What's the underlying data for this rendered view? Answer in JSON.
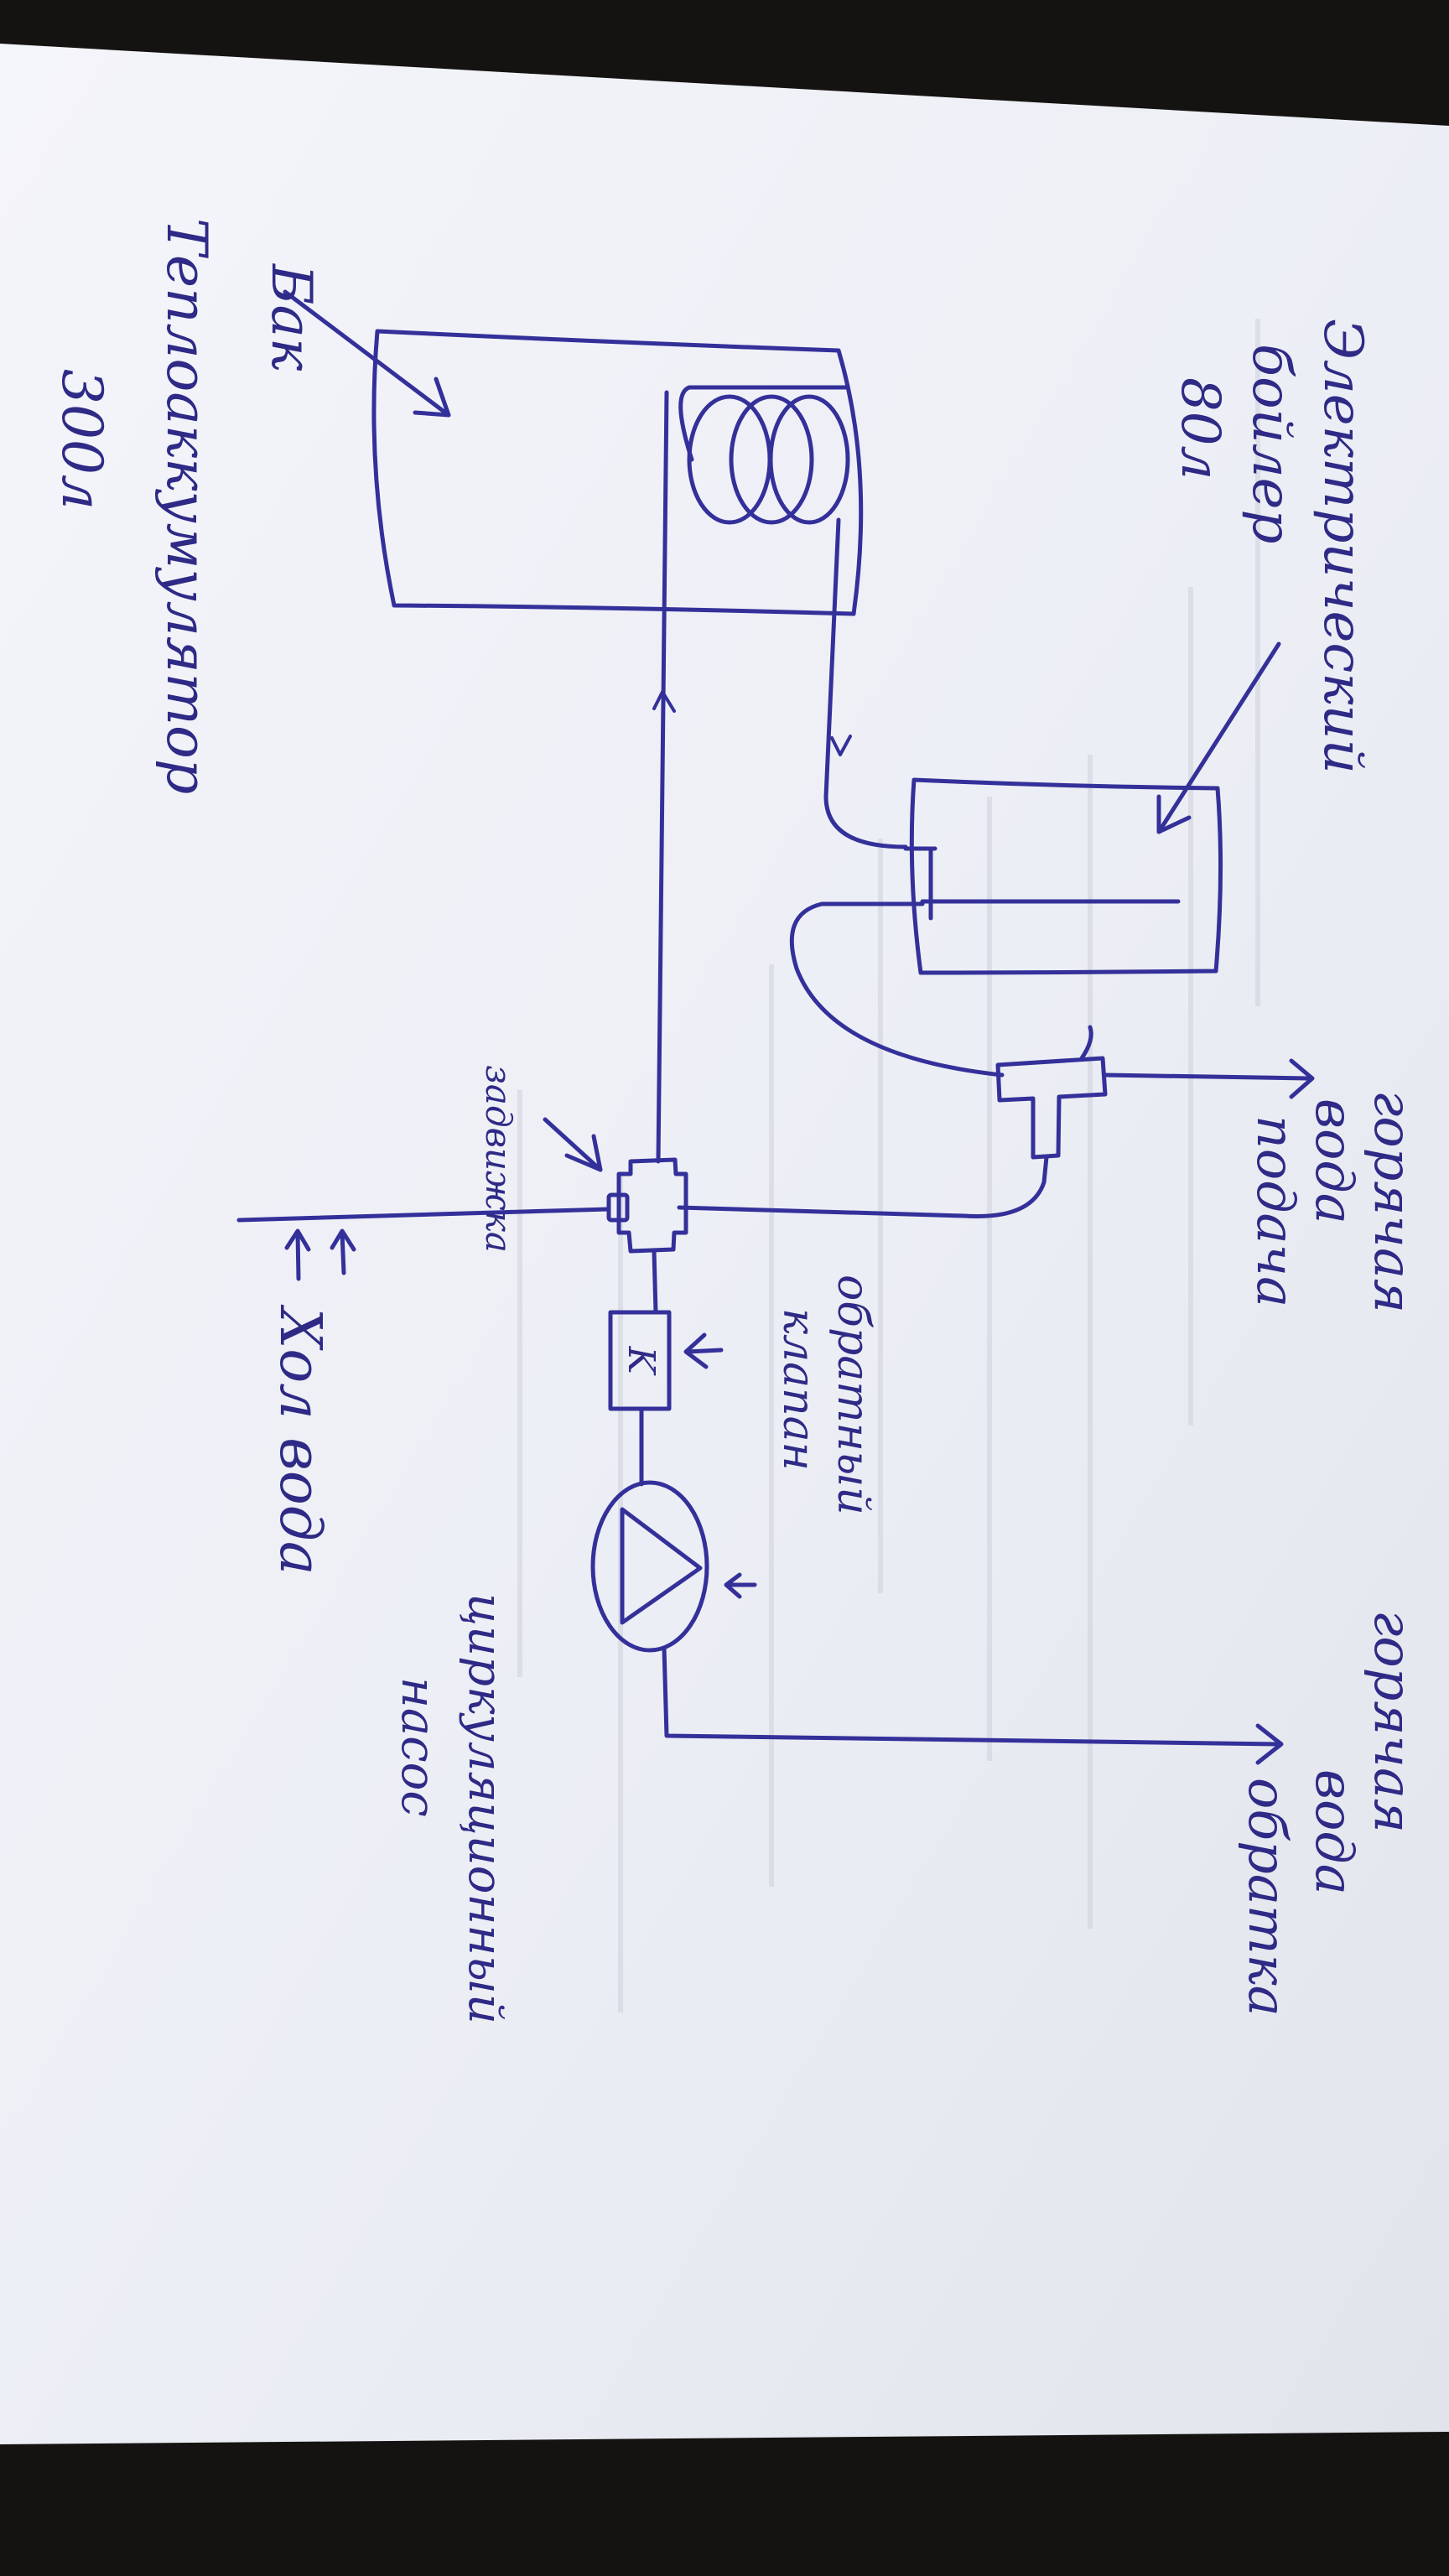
{
  "labels": {
    "tank_title": "Бак",
    "tank_name": "Теплоаккумулятор",
    "tank_volume": "300л",
    "boiler_title": "Электрический",
    "boiler_name": "бойлер",
    "boiler_volume": "80л",
    "supply_1": "горячая",
    "supply_2": "вода",
    "supply_3": "подача",
    "return_1": "горячая",
    "return_2": "вода",
    "return_3": "обратка",
    "cold_water": "Хол вода",
    "check_valve_1": "обратный",
    "check_valve_2": "клапан",
    "pump_1": "циркуляционный",
    "pump_2": "насос",
    "valve_label": "задвижка",
    "check_valve_symbol": "K"
  },
  "colors": {
    "ink": "#34309a",
    "paper": "#eef0f6",
    "background": "#151311"
  },
  "icons": {
    "pump": "circle-with-triangle",
    "check_valve": "box-with-chevron",
    "tee": "t-junction",
    "coil": "heat-exchanger-coil"
  }
}
